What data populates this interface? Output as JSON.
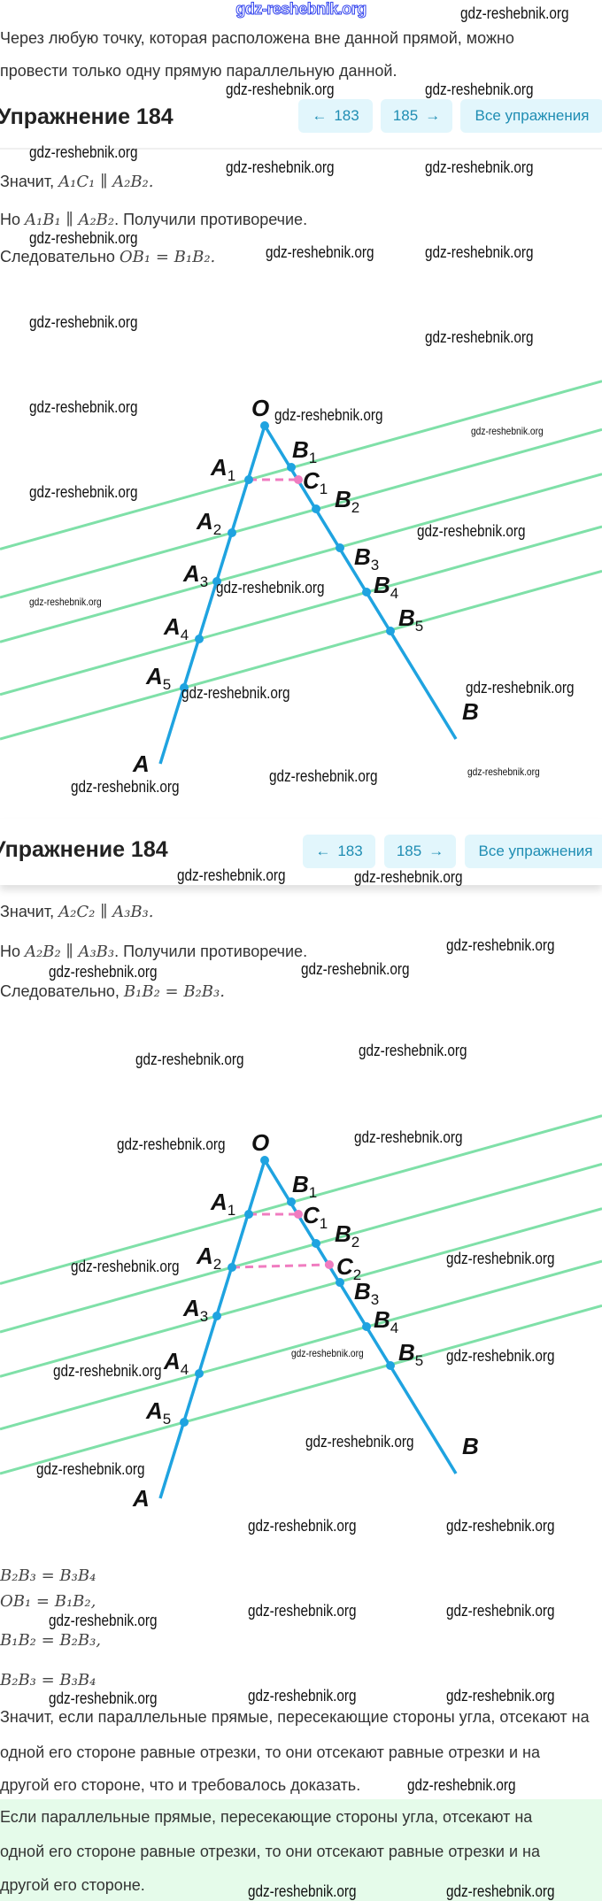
{
  "site_watermark": "gdz-reshebnik.org",
  "watermark": "gdz-reshebnik.org",
  "intro": {
    "line1": "Через любую точку, которая расположена вне данной прямой, можно",
    "line2": "провести только одну прямую параллельную данной."
  },
  "header": {
    "title": "Упражнение 184",
    "prev_label": "183",
    "next_label": "185",
    "all_label": "Все упражнения",
    "prev_icon": "arrow-left-icon",
    "next_icon": "arrow-right-icon"
  },
  "block1": {
    "znachit_word": "Значит,",
    "znachit_math": "A₁C₁ ∥ A₂B₂.",
    "no_word": "Но",
    "no_math": "A₁B₁ ∥ A₂B₂",
    "no_tail": ". Получили противоречие.",
    "sled_word": "Следовательно",
    "sled_math": "OB₁ = B₁B₂."
  },
  "block2": {
    "znachit_word": "Значит,",
    "znachit_math": "A₂C₂ ∥ A₃B₃.",
    "no_word": "Но",
    "no_math": "A₂B₂ ∥ A₃B₃",
    "no_tail": ". Получили противоречие.",
    "sled_word": "Следовательно,",
    "sled_math": "B₁B₂ = B₂B₃."
  },
  "figure": {
    "labels": {
      "O": "O",
      "A": "A",
      "B": "B",
      "A1": [
        "A",
        "1"
      ],
      "A2": [
        "A",
        "2"
      ],
      "A3": [
        "A",
        "3"
      ],
      "A4": [
        "A",
        "4"
      ],
      "A5": [
        "A",
        "5"
      ],
      "B1": [
        "B",
        "1"
      ],
      "B2": [
        "B",
        "2"
      ],
      "B3": [
        "B",
        "3"
      ],
      "B4": [
        "B",
        "4"
      ],
      "B5": [
        "B",
        "5"
      ],
      "C1": [
        "C",
        "1"
      ],
      "C2": [
        "C",
        "2"
      ]
    },
    "colors": {
      "sides": "#1fa3e0",
      "parallels": "#7fe0a8",
      "dashed": "#f07cc0"
    }
  },
  "equations": [
    "B₂B₃ = B₃B₄",
    "OB₁ = B₁B₂,",
    "B₁B₂ = B₂B₃,",
    "B₂B₃ = B₃B₄"
  ],
  "conclusion": [
    "Значит, если параллельные прямые, пересекающие стороны угла, отсекают на",
    "одной его стороне равные отрезки, то они отсекают равные отрезки и на",
    "другой его стороне, что и требовалось доказать."
  ],
  "theorem": [
    "Если параллельные прямые, пересекающие стороны угла, отсекают на",
    "одной его стороне равные отрезки, то они отсекают равные отрезки и на",
    "другой его стороне."
  ]
}
